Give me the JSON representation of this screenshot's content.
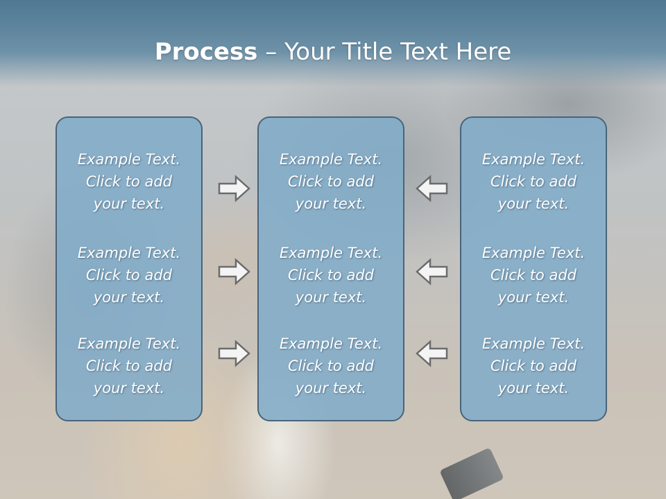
{
  "slide": {
    "title_bold": "Process",
    "title_rest": " – Your Title Text Here"
  },
  "columns": [
    {
      "items": [
        "Example Text.\nClick  to add\nyour text.",
        "Example Text.\nClick  to add\nyour text.",
        "Example Text.\nClick  to add\nyour text."
      ]
    },
    {
      "items": [
        "Example Text.\nClick  to add\nyour text.",
        "Example Text.\nClick  to add\nyour text.",
        "Example Text.\nClick  to add\nyour text."
      ]
    },
    {
      "items": [
        "Example Text.\nClick  to add\nyour text.",
        "Example Text.\nClick  to add\nyour text.",
        "Example Text.\nClick  to add\nyour text."
      ]
    }
  ],
  "icons": {
    "left_arrows": "arrow-right-icon",
    "right_arrows": "arrow-left-icon"
  },
  "colors": {
    "header": "#4f7892",
    "box_fill": "#82acc8",
    "box_border": "#48647a",
    "text": "#ffffff"
  }
}
